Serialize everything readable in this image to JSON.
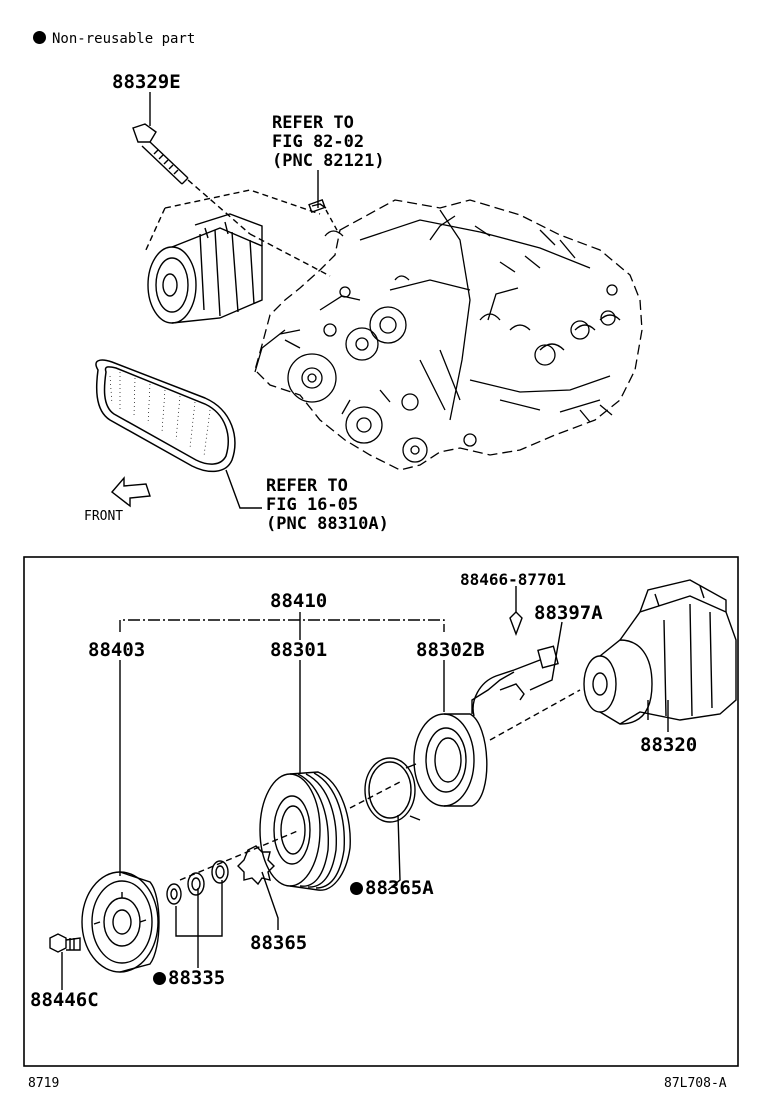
{
  "legend": {
    "symbol": "filled-circle",
    "text": "Non-reusable part"
  },
  "upper": {
    "bolt_part": "88329E",
    "ref1": [
      "REFER TO",
      "FIG 82-02",
      "(PNC 82121)"
    ],
    "ref2": [
      "REFER TO",
      "FIG 16-05",
      "(PNC 88310A)"
    ],
    "front": "FRONT"
  },
  "lower": {
    "group_part": "88410",
    "parts": {
      "p88403": "88403",
      "p88301": "88301",
      "p88302b": "88302B",
      "p88466": "88466-87701",
      "p88397a": "88397A",
      "p88320": "88320",
      "p88365a": "88365A",
      "p88365": "88365",
      "p88335": "88335",
      "p88446c": "88446C"
    }
  },
  "footer": {
    "left": "8719",
    "right": "87L708-A"
  }
}
